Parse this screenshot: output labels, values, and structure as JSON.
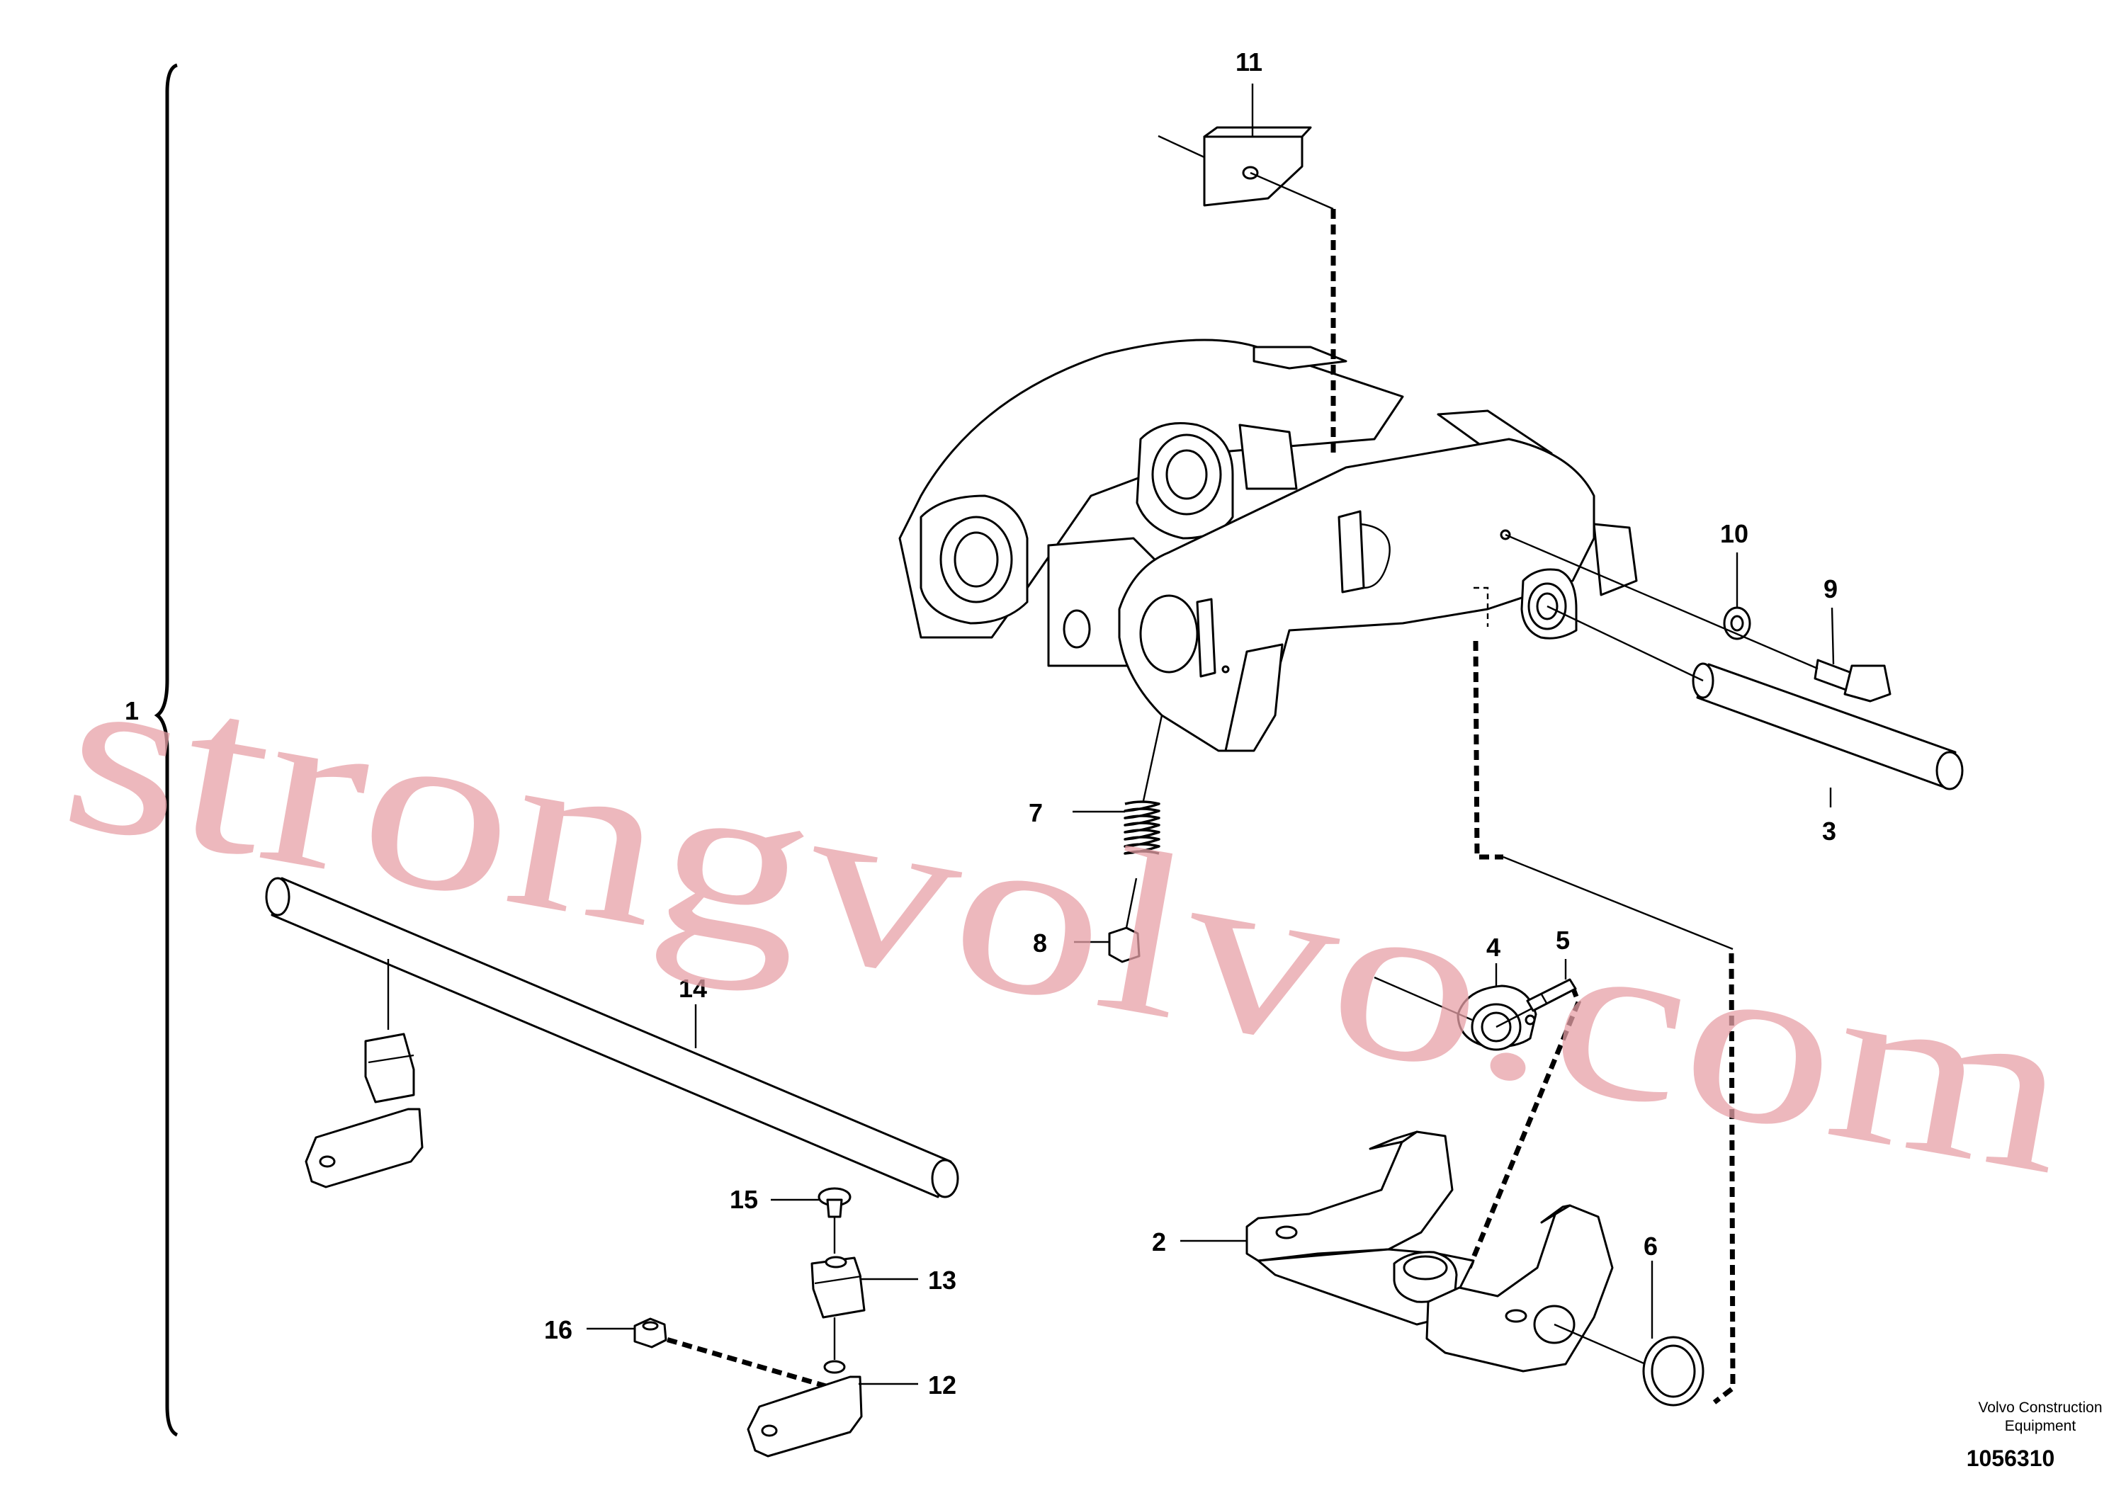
{
  "watermark": "strongvolvo.com",
  "brand": {
    "line1": "Volvo Construction",
    "line2": "Equipment"
  },
  "drawing_number": "1056310",
  "callouts": {
    "c1": "1",
    "c2": "2",
    "c3": "3",
    "c4": "4",
    "c5": "5",
    "c6": "6",
    "c7": "7",
    "c8": "8",
    "c9": "9",
    "c10": "10",
    "c11": "11",
    "c12": "12",
    "c13": "13",
    "c14": "14",
    "c15": "15",
    "c16": "16"
  }
}
